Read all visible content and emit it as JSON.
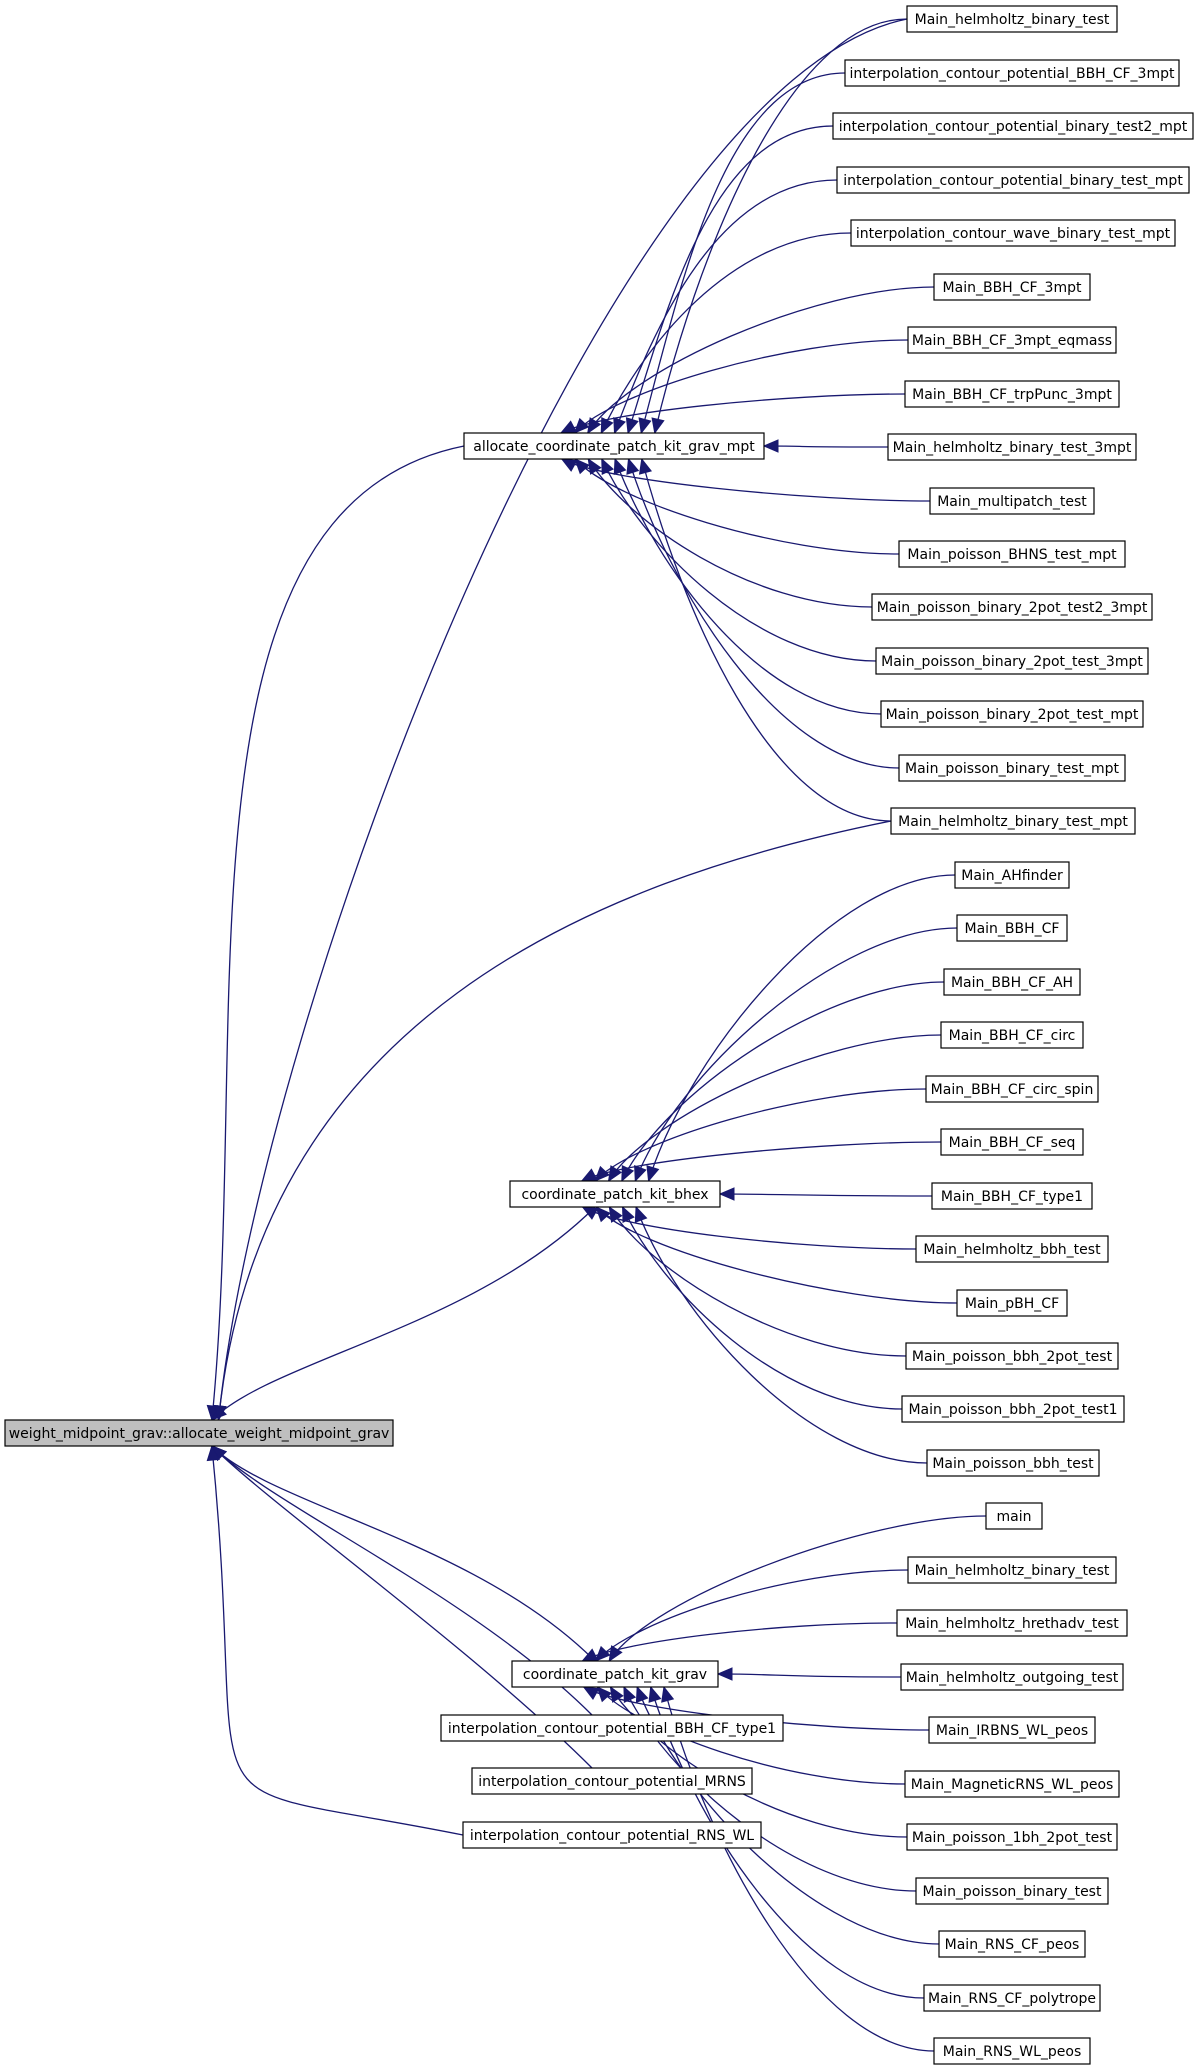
{
  "root": {
    "id": "root",
    "label": "weight_midpoint_grav::allocate_weight_midpoint_grav"
  },
  "nodes": [
    {
      "id": "acm",
      "label": "allocate_coordinate_patch_kit_grav_mpt"
    },
    {
      "id": "cbh",
      "label": "coordinate_patch_kit_bhex"
    },
    {
      "id": "cgr",
      "label": "coordinate_patch_kit_grav"
    },
    {
      "id": "t1",
      "label": "interpolation_contour_potential_BBH_CF_type1"
    },
    {
      "id": "mrns",
      "label": "interpolation_contour_potential_MRNS"
    },
    {
      "id": "rnswl",
      "label": "interpolation_contour_potential_RNS_WL"
    },
    {
      "id": "a0",
      "label": "Main_helmholtz_binary_test"
    },
    {
      "id": "a1",
      "label": "interpolation_contour_potential_BBH_CF_3mpt"
    },
    {
      "id": "a2",
      "label": "interpolation_contour_potential_binary_test2_mpt"
    },
    {
      "id": "a3",
      "label": "interpolation_contour_potential_binary_test_mpt"
    },
    {
      "id": "a4",
      "label": "interpolation_contour_wave_binary_test_mpt"
    },
    {
      "id": "a5",
      "label": "Main_BBH_CF_3mpt"
    },
    {
      "id": "a6",
      "label": "Main_BBH_CF_3mpt_eqmass"
    },
    {
      "id": "a7",
      "label": "Main_BBH_CF_trpPunc_3mpt"
    },
    {
      "id": "a8",
      "label": "Main_helmholtz_binary_test_3mpt"
    },
    {
      "id": "a9",
      "label": "Main_multipatch_test"
    },
    {
      "id": "a10",
      "label": "Main_poisson_BHNS_test_mpt"
    },
    {
      "id": "a11",
      "label": "Main_poisson_binary_2pot_test2_3mpt"
    },
    {
      "id": "a12",
      "label": "Main_poisson_binary_2pot_test_3mpt"
    },
    {
      "id": "a13",
      "label": "Main_poisson_binary_2pot_test_mpt"
    },
    {
      "id": "a14",
      "label": "Main_poisson_binary_test_mpt"
    },
    {
      "id": "a15",
      "label": "Main_helmholtz_binary_test_mpt"
    },
    {
      "id": "b0",
      "label": "Main_AHfinder"
    },
    {
      "id": "b1",
      "label": "Main_BBH_CF"
    },
    {
      "id": "b2",
      "label": "Main_BBH_CF_AH"
    },
    {
      "id": "b3",
      "label": "Main_BBH_CF_circ"
    },
    {
      "id": "b4",
      "label": "Main_BBH_CF_circ_spin"
    },
    {
      "id": "b5",
      "label": "Main_BBH_CF_seq"
    },
    {
      "id": "b6",
      "label": "Main_BBH_CF_type1"
    },
    {
      "id": "b7",
      "label": "Main_helmholtz_bbh_test"
    },
    {
      "id": "b8",
      "label": "Main_pBH_CF"
    },
    {
      "id": "b9",
      "label": "Main_poisson_bbh_2pot_test"
    },
    {
      "id": "b10",
      "label": "Main_poisson_bbh_2pot_test1"
    },
    {
      "id": "b11",
      "label": "Main_poisson_bbh_test"
    },
    {
      "id": "c0",
      "label": "main"
    },
    {
      "id": "c1",
      "label": "Main_helmholtz_binary_test"
    },
    {
      "id": "c2",
      "label": "Main_helmholtz_hrethadv_test"
    },
    {
      "id": "c3",
      "label": "Main_helmholtz_outgoing_test"
    },
    {
      "id": "c4",
      "label": "Main_IRBNS_WL_peos"
    },
    {
      "id": "c5",
      "label": "Main_MagneticRNS_WL_peos"
    },
    {
      "id": "c6",
      "label": "Main_poisson_1bh_2pot_test"
    },
    {
      "id": "c7",
      "label": "Main_poisson_binary_test"
    },
    {
      "id": "c8",
      "label": "Main_RNS_CF_peos"
    },
    {
      "id": "c9",
      "label": "Main_RNS_CF_polytrope"
    },
    {
      "id": "c10",
      "label": "Main_RNS_WL_peos"
    }
  ],
  "edges": [
    [
      "root",
      "acm"
    ],
    [
      "root",
      "cbh"
    ],
    [
      "root",
      "cgr"
    ],
    [
      "root",
      "t1"
    ],
    [
      "root",
      "mrns"
    ],
    [
      "root",
      "rnswl"
    ],
    [
      "root",
      "a0"
    ],
    [
      "root",
      "a15"
    ],
    [
      "acm",
      "a0"
    ],
    [
      "acm",
      "a1"
    ],
    [
      "acm",
      "a2"
    ],
    [
      "acm",
      "a3"
    ],
    [
      "acm",
      "a4"
    ],
    [
      "acm",
      "a5"
    ],
    [
      "acm",
      "a6"
    ],
    [
      "acm",
      "a7"
    ],
    [
      "acm",
      "a8"
    ],
    [
      "acm",
      "a9"
    ],
    [
      "acm",
      "a10"
    ],
    [
      "acm",
      "a11"
    ],
    [
      "acm",
      "a12"
    ],
    [
      "acm",
      "a13"
    ],
    [
      "acm",
      "a14"
    ],
    [
      "acm",
      "a15"
    ],
    [
      "cbh",
      "b0"
    ],
    [
      "cbh",
      "b1"
    ],
    [
      "cbh",
      "b2"
    ],
    [
      "cbh",
      "b3"
    ],
    [
      "cbh",
      "b4"
    ],
    [
      "cbh",
      "b5"
    ],
    [
      "cbh",
      "b6"
    ],
    [
      "cbh",
      "b7"
    ],
    [
      "cbh",
      "b8"
    ],
    [
      "cbh",
      "b9"
    ],
    [
      "cbh",
      "b10"
    ],
    [
      "cbh",
      "b11"
    ],
    [
      "cgr",
      "c0"
    ],
    [
      "cgr",
      "c1"
    ],
    [
      "cgr",
      "c2"
    ],
    [
      "cgr",
      "c3"
    ],
    [
      "cgr",
      "c4"
    ],
    [
      "cgr",
      "c5"
    ],
    [
      "cgr",
      "c6"
    ],
    [
      "cgr",
      "c7"
    ],
    [
      "cgr",
      "c8"
    ],
    [
      "cgr",
      "c9"
    ],
    [
      "cgr",
      "c10"
    ]
  ]
}
